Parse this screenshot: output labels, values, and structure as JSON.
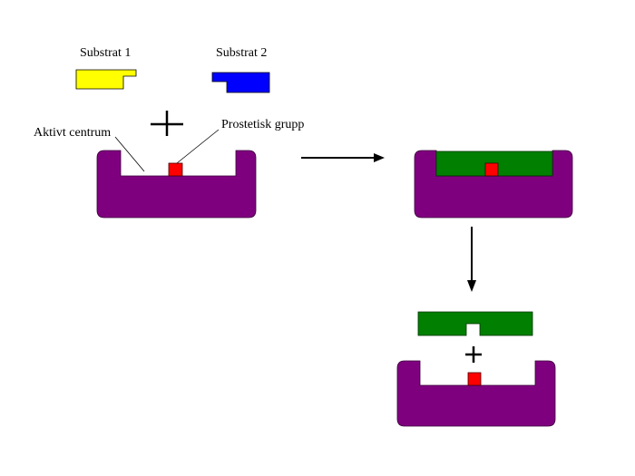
{
  "labels": {
    "substrate1": "Substrat 1",
    "substrate2": "Substrat 2",
    "active_site": "Aktivt centrum",
    "prosthetic_group": "Prostetisk grupp"
  },
  "colors": {
    "enzyme": "#7f007f",
    "substrate1": "#ffff00",
    "substrate2": "#0000ff",
    "product": "#007f00",
    "prosthetic_group": "#ff0000"
  }
}
